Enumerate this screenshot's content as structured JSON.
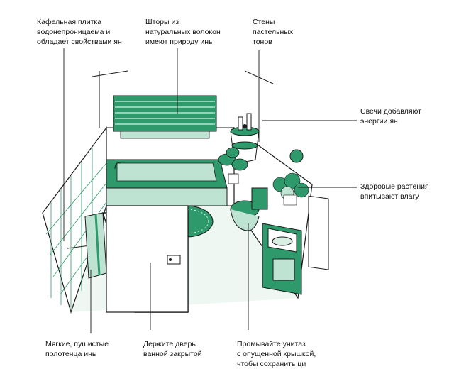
{
  "labels": {
    "tiles": "Кафельная плитка\nводонепроницаема и\nобладает свойствами ян",
    "curtains": "Шторы из\nнатуральных волокон\nимеют природу инь",
    "walls": "Стены\nпастельных\nтонов",
    "candles": "Свечи добавляют\nэнергии ян",
    "plants": "Здоровые растения\nвпитывают влагу",
    "towels": "Мягкие, пушистые\nполотенца инь",
    "door": "Держите дверь\nванной закрытой",
    "toilet": "Промывайте унитаз\nс опущенной крышкой,\nчтобы сохранить ци"
  },
  "colors": {
    "line": "#1a1a1a",
    "green": "#2e9a6c",
    "light_green": "#bfe3d2",
    "mint": "#d9efe4",
    "pale": "#eef7f2",
    "white": "#ffffff"
  }
}
